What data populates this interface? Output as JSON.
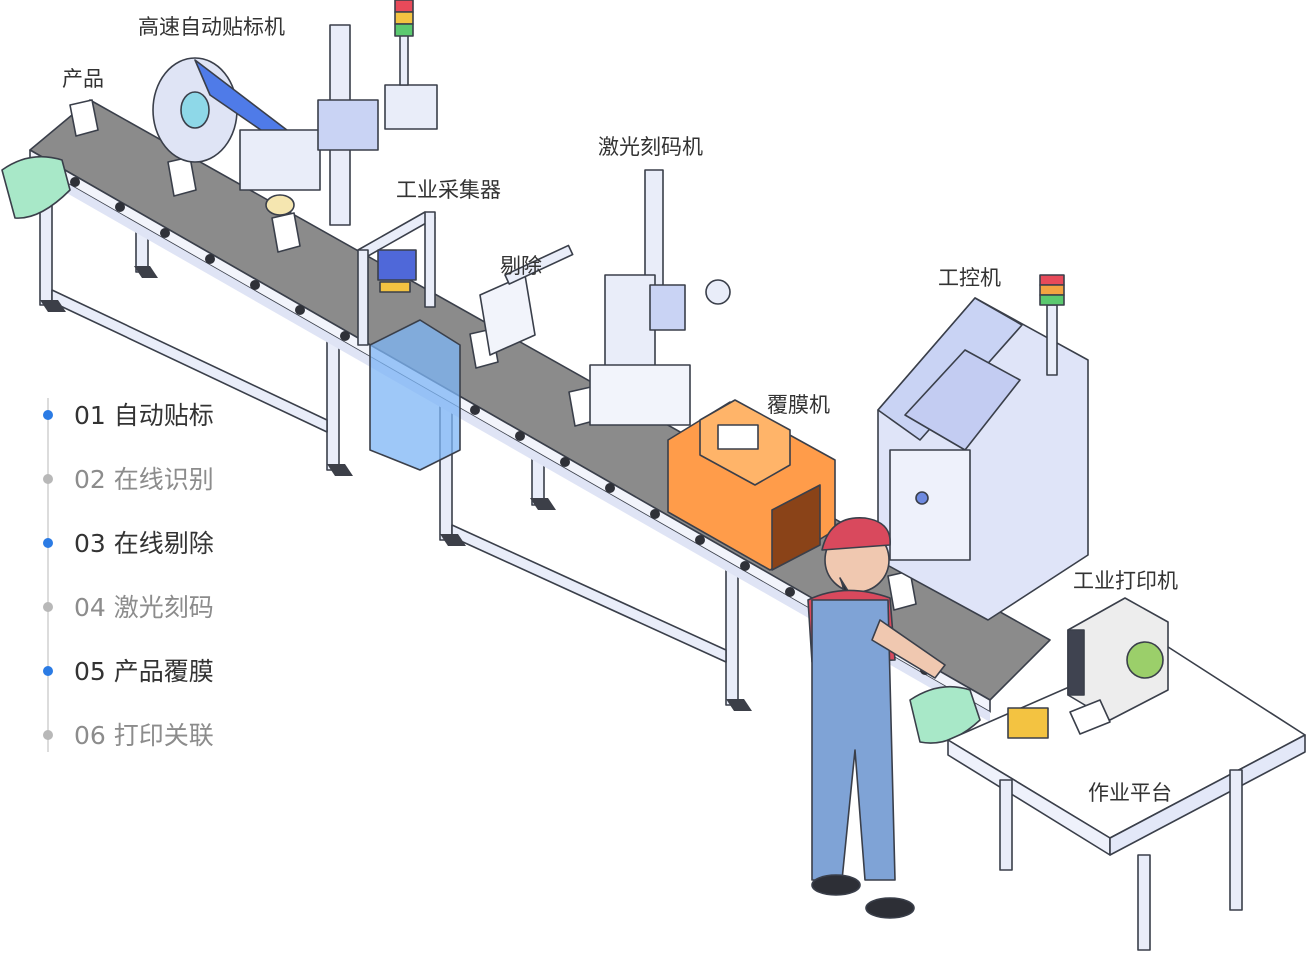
{
  "labels": {
    "product": "产品",
    "labeler": "高速自动贴标机",
    "collector": "工业采集器",
    "reject": "剔除",
    "laser": "激光刻码机",
    "laminator": "覆膜机",
    "ipc": "工控机",
    "printer": "工业打印机",
    "workbench": "作业平台"
  },
  "steps": [
    {
      "label": "01  自动贴标",
      "active": true
    },
    {
      "label": "02  在线识别",
      "active": false
    },
    {
      "label": "03 在线剔除",
      "active": true
    },
    {
      "label": "04 激光刻码",
      "active": false
    },
    {
      "label": "05 产品覆膜",
      "active": true
    },
    {
      "label": "06 打印关联",
      "active": false
    }
  ],
  "colors": {
    "active_dot": "#2b7be4",
    "inactive_dot": "#b8b8b8",
    "active_text": "#333333",
    "inactive_text": "#8c8c8c",
    "belt": "#8a8a8a",
    "frame": "#e8ecf8",
    "machine": "#c9d3f4",
    "laminator": "#ff9c4a",
    "guard": "#6ea8f0",
    "cap": "#d9495d"
  }
}
